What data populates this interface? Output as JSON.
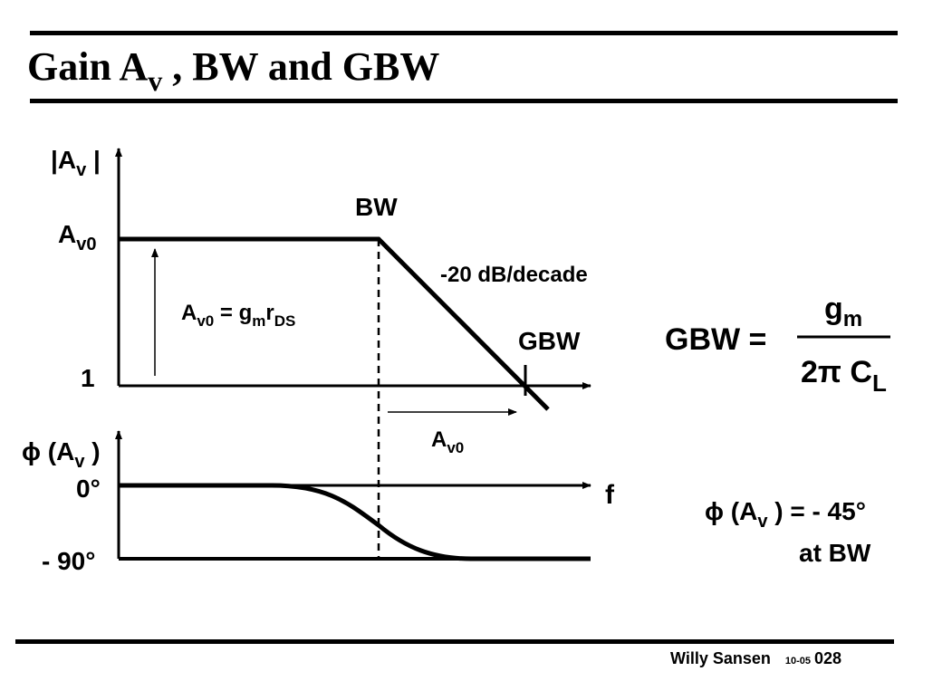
{
  "slide": {
    "title_main": "Gain A",
    "title_sub": "v",
    "title_rest": " , BW and GBW"
  },
  "gain_plot": {
    "y_axis_label_main": "|A",
    "y_axis_label_sub": "v",
    "y_axis_label_end": " |",
    "av0_label_main": "A",
    "av0_label_sub": "v0",
    "one_label": "1",
    "bw_label": "BW",
    "slope_label": "-20 dB/decade",
    "gbw_label": "GBW",
    "formula_lhs_main": "A",
    "formula_lhs_sub": "v0",
    "formula_mid": " = g",
    "formula_gm_sub": "m",
    "formula_r": "r",
    "formula_rds_sub": "DS",
    "arrow_label_main": "A",
    "arrow_label_sub": "v0"
  },
  "phase_plot": {
    "y_axis_label_main": "ϕ (A",
    "y_axis_label_sub": "v",
    "y_axis_label_end": " )",
    "zero_label": "0°",
    "minus90_label": "- 90°",
    "f_label": "f"
  },
  "gbw_equation": {
    "lhs": "GBW =",
    "numerator_main": "g",
    "numerator_sub": "m",
    "denominator_main": "2π C",
    "denominator_sub": "L"
  },
  "phase_note": {
    "line1_main": "ϕ (A",
    "line1_sub": "v",
    "line1_end": " ) = - 45°",
    "line2": "at BW"
  },
  "footer": {
    "author": "Willy Sansen",
    "date": "10-05",
    "page": "028"
  }
}
